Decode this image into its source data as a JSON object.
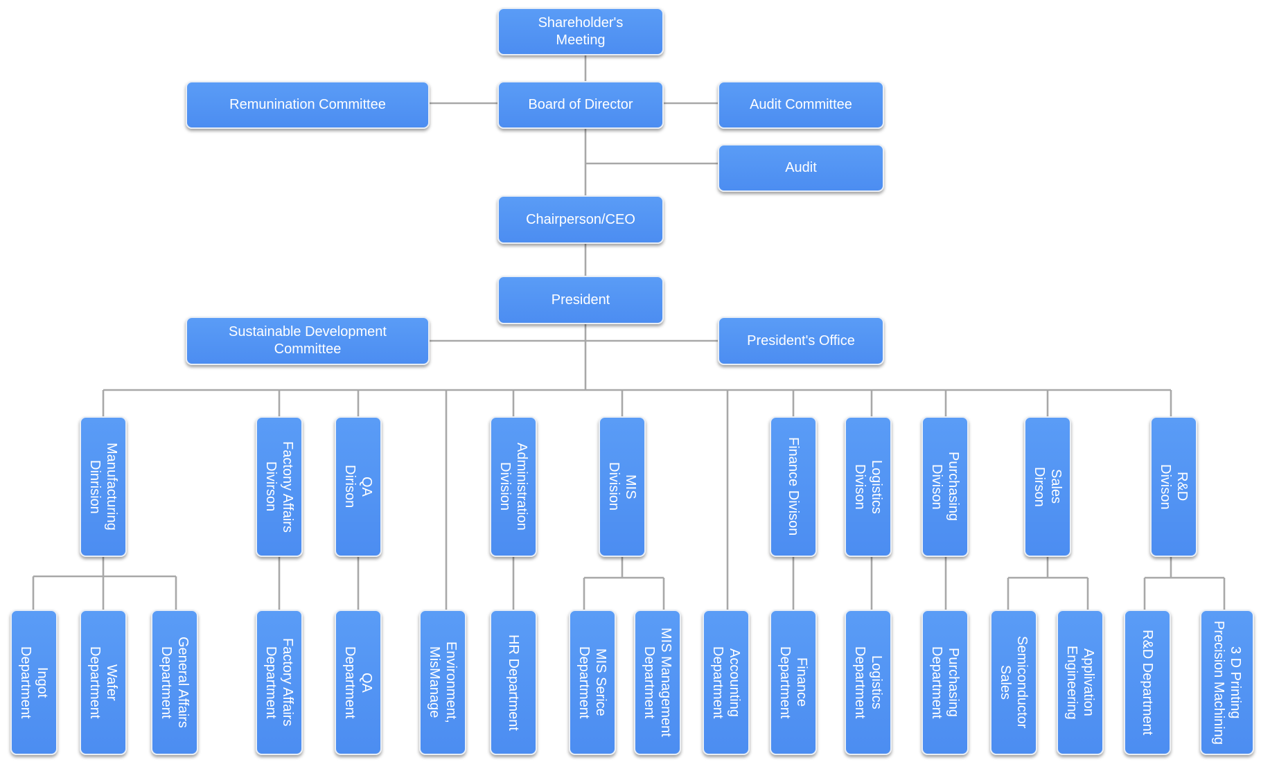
{
  "nodes": {
    "shareholders_meeting": "Shareholder's\nMeeting",
    "board_of_director": "Board of Director",
    "remuniration_committee": "Remunination Committee",
    "audit_committee": "Audit Committee",
    "audit": "Audit",
    "chairperson_ceo": "Chairperson/CEO",
    "president": "President",
    "sustainable_development_committee": "Sustainable Development\nCommittee",
    "presidents_office": "President's Office",
    "manufacturing_division": "Manufacturing\nDinrision",
    "factory_affairs_division": "Factony Affairs\nDivirson",
    "qa_division": "QA\nDirison",
    "administration_division": "Administration\nDivision",
    "mis_division": "MIS\nDivision",
    "finance_division": "Finance Divison",
    "logistics_division": "Logistics\nDivison",
    "purchasing_division": "Purchasing\nDivison",
    "sales_division": "Sales\nDirson",
    "rd_division": "R&D\nDivison",
    "ingot_department": "Ingot\nDepartment",
    "wafer_department": "Wafer\nDepartment",
    "general_affairs_department": "General Affairs\nDepartment",
    "factory_affairs_department": "Factory Affairs\nDepartment",
    "qa_department": "QA\nDepartment",
    "environment_mismanage": "Environment,\nMisManage",
    "hr_department": "HR Department",
    "mis_serice_department": "MIS Serice\nDepartment",
    "mis_management_department": "MIS Management\nDepartment",
    "accounting_department": "Accounting\nDepartment",
    "finance_department": "Finance\nDepartment",
    "logistics_department": "Logistics\nDepartment",
    "purchasing_department": "Purchasing\nDepartment",
    "semiconductor_sales": "Semiconductor\nSales",
    "applivation_engineering": "Applivation\nEngineering",
    "rd_department": "R&D Department",
    "3d_printing_precision_machining": "3 D Printing\nPrecision Machining"
  },
  "colors": {
    "node_fill": "#4f90f3",
    "node_border": "#e9eef5",
    "connector": "#a8a8a8",
    "text": "#ffffff"
  }
}
